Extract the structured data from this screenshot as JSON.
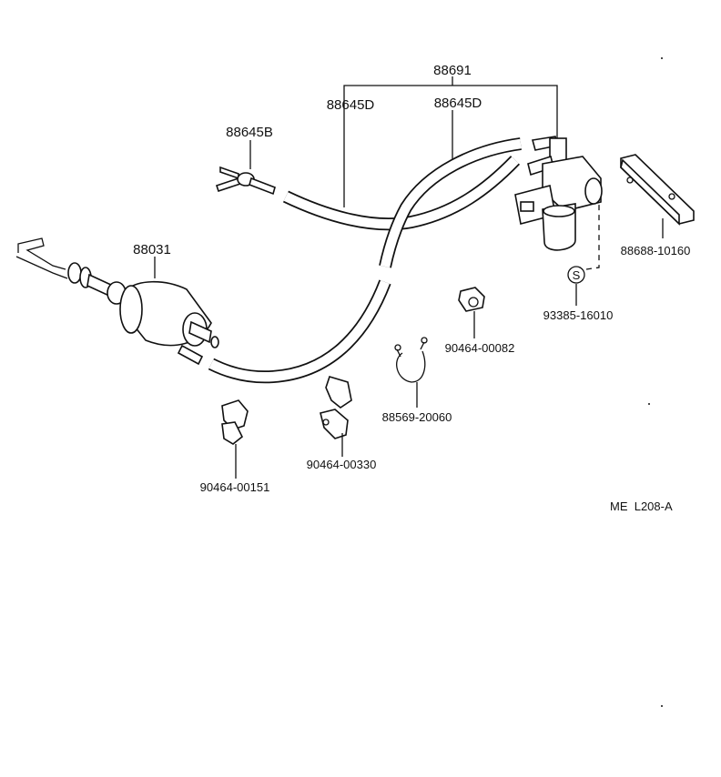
{
  "parts": {
    "assembly_88691": "88691",
    "hose_88645D_left": "88645D",
    "hose_88645D_right": "88645D",
    "union_88645B": "88645B",
    "unit_88031": "88031",
    "bracket_88688": "88688-10160",
    "screw_93385": "93385-16010",
    "clamp_90464_00082": "90464-00082",
    "clip_88569": "88569-20060",
    "clamp_90464_00330": "90464-00330",
    "clamp_90464_00151": "90464-00151"
  },
  "screw_symbol": "S",
  "diagram_code": "ME  L208-A"
}
